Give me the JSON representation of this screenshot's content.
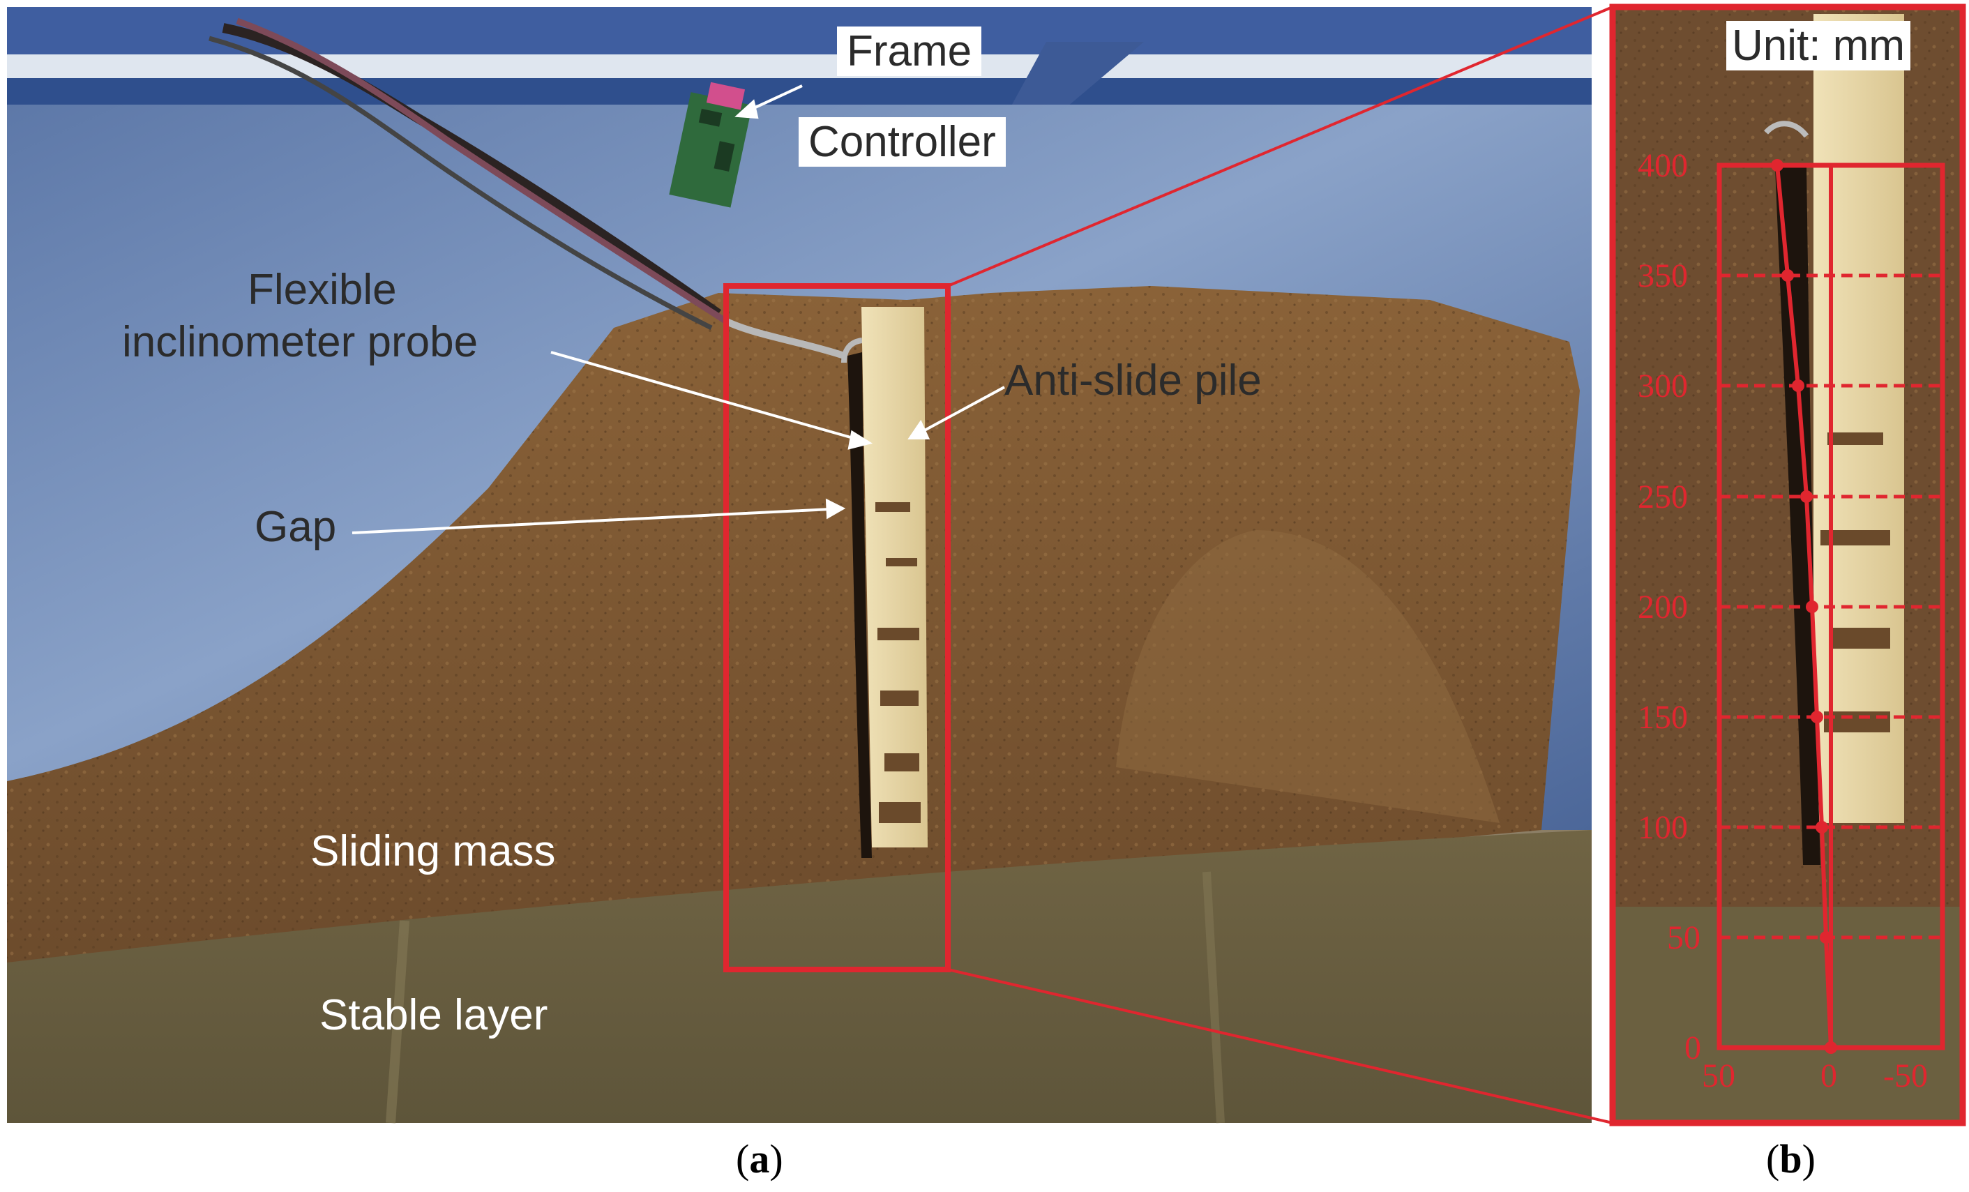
{
  "labels": {
    "frame": "Frame",
    "controller": "Controller",
    "probe_line1": "Flexible",
    "probe_line2": "inclinometer probe",
    "pile": "Anti-slide pile",
    "gap": "Gap",
    "sliding": "Sliding mass",
    "stable": "Stable layer",
    "unit": "Unit: mm"
  },
  "captions": {
    "a": "a",
    "b": "b"
  },
  "inset_axis": {
    "y_ticks": [
      "400",
      "350",
      "300",
      "250",
      "200",
      "150",
      "100",
      "50",
      "0"
    ],
    "x_ticks": [
      "50",
      "0",
      "-50"
    ]
  },
  "colors": {
    "accent_red": "#e0262f",
    "tarp": "#6f89b6",
    "soil": "#7a5634",
    "stable": "#6b6040",
    "pile": "#e7d7a8"
  }
}
